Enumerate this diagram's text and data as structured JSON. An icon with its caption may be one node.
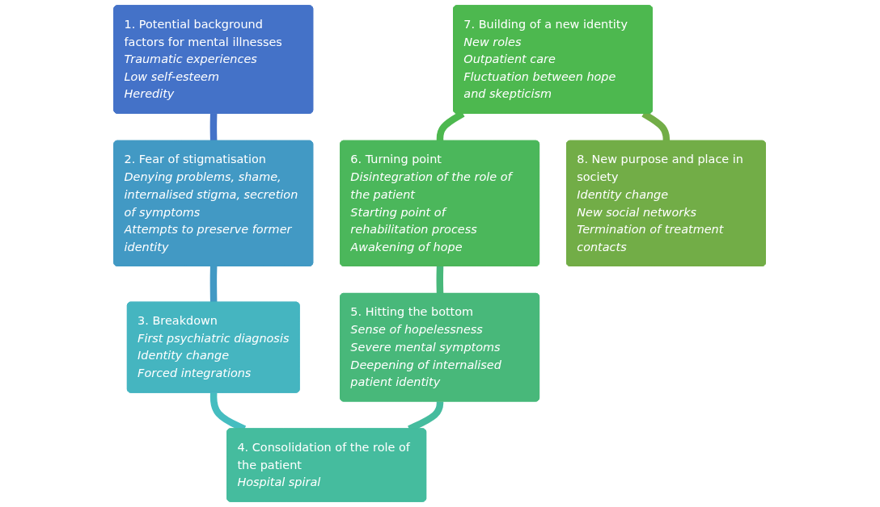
{
  "diagram": {
    "nodes": [
      {
        "text": [
          "1. Potential background factors for mental illnesses",
          "Traumatic experiences",
          "Low self-esteem",
          "Heredity"
        ]
      },
      {
        "text": [
          "2. Fear of stigmatisation",
          "Denying problems, shame, internalised stigma, secretion of symptoms",
          "Attempts to preserve former identity"
        ]
      },
      {
        "text": [
          "3. Breakdown",
          "First psychiatric diagnosis",
          "Identity change",
          "Forced integrations"
        ]
      },
      {
        "text": [
          "4. Consolidation of the role of the patient",
          "Hospital spiral"
        ]
      },
      {
        "text": [
          "5. Hitting the bottom",
          "Sense of hopelessness",
          "Severe mental symptoms",
          "Deepening of internalised patient identity"
        ]
      },
      {
        "text": [
          "6. Turning point",
          "Disintegration of the role of the patient",
          "Starting point of rehabilitation process",
          "Awakening of hope"
        ]
      },
      {
        "text": [
          "7. Building of a new identity",
          "New roles",
          "Outpatient care",
          "Fluctuation between hope and skepticism"
        ]
      },
      {
        "text": [
          "8. New purpose and place in society",
          "Identity change",
          "New social networks",
          "Termination of treatment contacts"
        ]
      }
    ],
    "edges": [
      {
        "from": 0,
        "to": 1,
        "arrow": "none",
        "color": "#4472c8"
      },
      {
        "from": 1,
        "to": 2,
        "arrow": "none",
        "color": "#4299c4"
      },
      {
        "from": 2,
        "to": 3,
        "arrow": "none",
        "color": "#45bdc0"
      },
      {
        "from": 3,
        "to": 4,
        "arrow": "none",
        "color": "#45bc9e"
      },
      {
        "from": 4,
        "to": 5,
        "arrow": "none",
        "color": "#48b87a"
      },
      {
        "from": 5,
        "to": 6,
        "arrow": "none",
        "color": "#4db84f"
      },
      {
        "from": 6,
        "to": 7,
        "arrow": "none",
        "color": "#72ad47"
      }
    ]
  }
}
